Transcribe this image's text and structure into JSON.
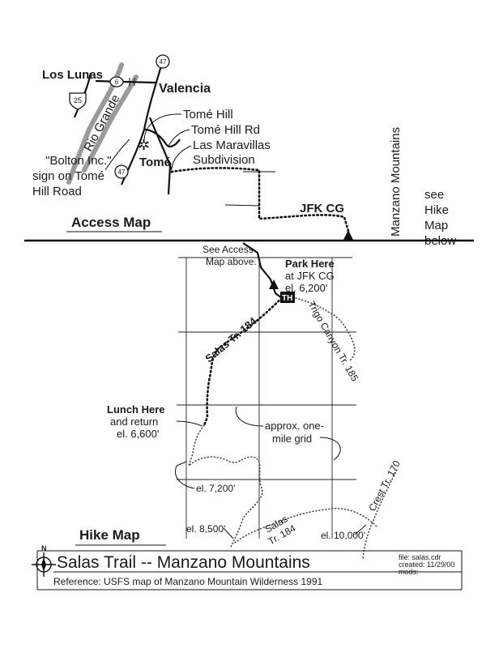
{
  "colors": {
    "ink": "#111111",
    "river": "#9a9a9a",
    "paper": "#ffffff"
  },
  "access_map": {
    "title": "Access Map",
    "places": {
      "los_lunas": "Los Lunas",
      "valencia": "Valencia",
      "tome_hill": "Tomé Hill",
      "tome_hill_rd": "Tomé Hill Rd",
      "las_maravillas_1": "Las Maravillas",
      "las_maravillas_2": "Subdivision",
      "tome": "Tomé",
      "jfk_cg": "JFK CG",
      "rio_grande": "Rio Grande",
      "bolton_1": "\"Bolton Inc.\"",
      "bolton_2": "sign on Tomé",
      "bolton_3": "Hill Road",
      "manzano_mountains": "Manzano Mountains",
      "see_1": "see",
      "see_2": "Hike",
      "see_3": "Map",
      "see_4": "below"
    },
    "routes": {
      "i25": "25",
      "nm6": "6",
      "nm47_north": "47",
      "nm47_south": "47"
    }
  },
  "hike_map": {
    "title": "Hike Map",
    "see_access_1": "See Access",
    "see_access_2": "Map above.",
    "park_here": "Park Here",
    "park_at": "at JFK CG",
    "park_el": "el. 6,200'",
    "trailhead": "TH",
    "salas_tr": "Salas Tr. 184",
    "trigo_canyon": "Trigo Canyon Tr. 185",
    "lunch_here": "Lunch Here",
    "lunch_return": "and return",
    "lunch_el": "el. 6,600'",
    "grid_1": "approx. one-",
    "grid_2": "mile grid",
    "el_7200": "el. 7,200'",
    "el_8500": "el. 8,500'",
    "el_10000": "el. 10,000'",
    "salas_2": "Salas",
    "salas_3": "Tr. 184",
    "crest_tr": "Crest Tr. 170"
  },
  "footer": {
    "title": "Salas Trail -- Manzano Mountains",
    "reference": "Reference: USFS map of Manzano Mountain Wilderness 1991",
    "file": "file: salas.cdr",
    "created": "created: 11/29/00",
    "mods": "mods:"
  },
  "icons": {
    "compass": "compass-rose-icon",
    "campground": "tent-icon"
  }
}
